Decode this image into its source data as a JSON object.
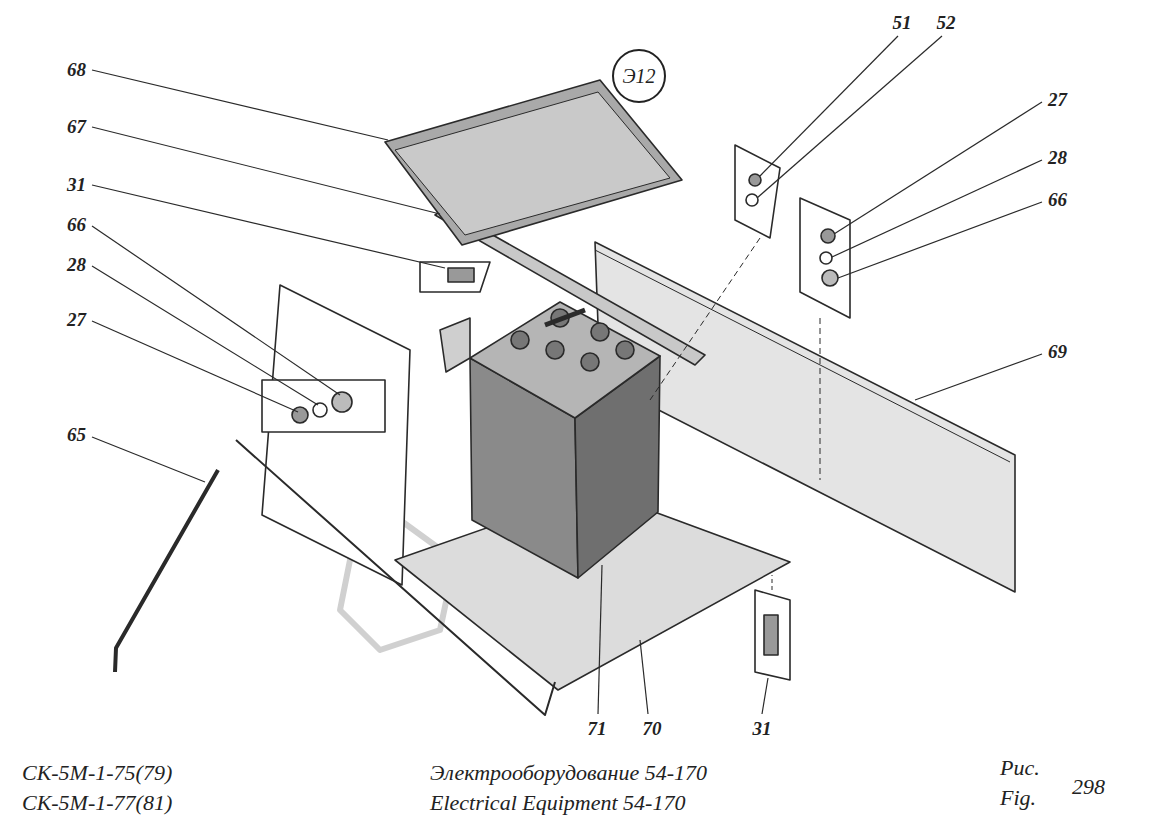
{
  "diagram": {
    "nodes": [
      {
        "text": [
          "Э12"
        ]
      }
    ],
    "labels": [
      "68",
      "67",
      "31",
      "66",
      "28",
      "27",
      "65",
      "51",
      "52",
      "27",
      "28",
      "66",
      "69",
      "71",
      "70",
      "31",
      "СК-5М-1-75(79)",
      "СК-5М-1-77(81)",
      "Электрооборудование 54-170",
      "Electrical Equipment 54-170",
      "Рис.",
      "Fig.",
      "298"
    ]
  }
}
